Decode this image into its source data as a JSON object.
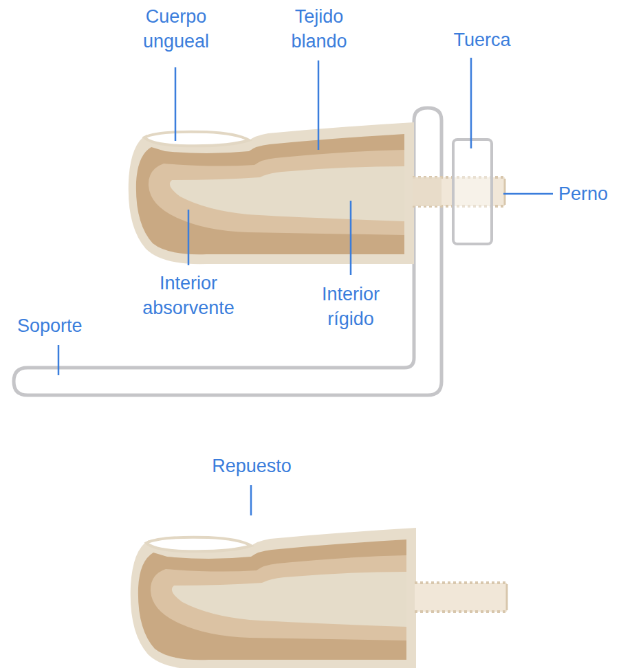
{
  "diagram": {
    "labels": [
      "Cuerpo ungueal",
      "Tejido blando",
      "Tuerca",
      "Perno",
      "Interior absorvente",
      "Interior rígido",
      "Soporte",
      "Repuesto"
    ]
  }
}
